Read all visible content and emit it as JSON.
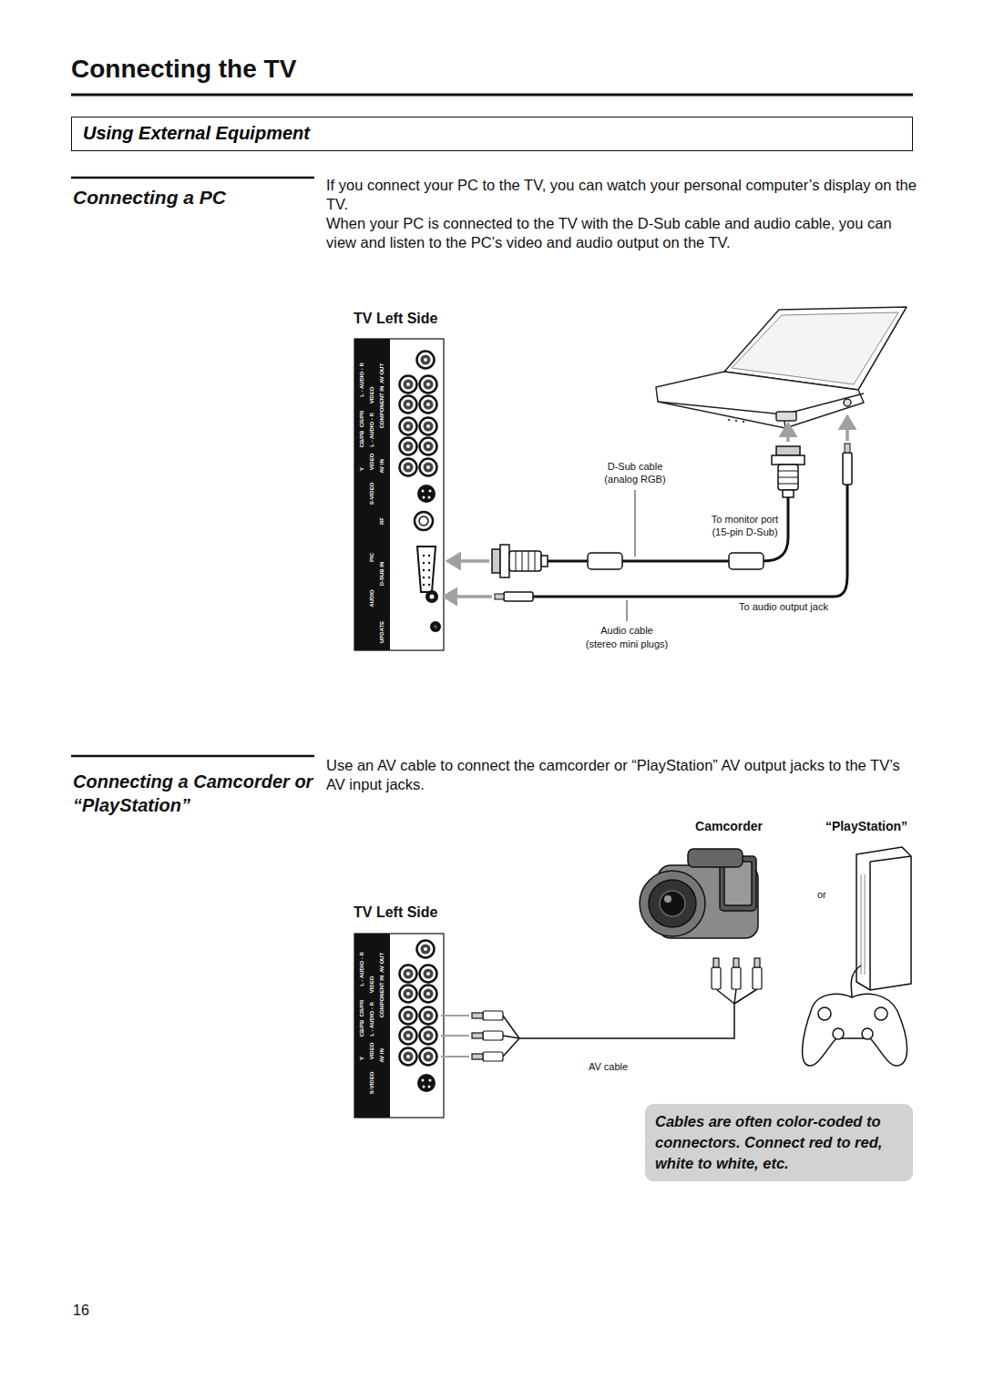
{
  "diagram": {
    "title": "Connecting the TV",
    "nodes": [
      {
        "text": [
          "Using External Equipment"
        ]
      },
      {
        "text": [
          "Cables are often color-coded to connectors. Connect red to red, white to white, etc."
        ]
      }
    ],
    "labels": [
      "Connecting a PC",
      "If you connect your PC to the TV, you can watch your personal computer’s display on the TV.",
      "When your PC is connected to the TV with the D-Sub cable and audio cable, you can view and listen to the PC’s video and audio output on the TV.",
      "TV Left Side",
      "D-Sub cable (analog RGB)",
      "To monitor port (15-pin D-Sub)",
      "To audio output jack",
      "Audio cable (stereo mini plugs)",
      "Connecting a Camcorder or “PlayStation”",
      "Use an AV cable to connect the camcorder or “PlayStation” AV output jacks to the TV’s AV input jacks.",
      "Camcorder",
      "“PlayStation”",
      "or",
      "TV Left Side",
      "AV cable",
      "16",
      "S-VIDEO",
      "VIDEO",
      "Y",
      "AV IN",
      "L - AUDIO - R",
      "CB/PB",
      "CR/PR",
      "COMPONENT IN",
      "VIDEO",
      "L - AUDIO - R",
      "AV OUT",
      "RF",
      "PIC",
      "D-SUB IN",
      "AUDIO",
      "UPDATE",
      "S-VIDEO",
      "VIDEO",
      "Y",
      "AV IN",
      "L - AUDIO - R",
      "CB/PB",
      "CR/PR",
      "COMPONENT IN",
      "VIDEO",
      "L - AUDIO - R",
      "AV OUT"
    ]
  }
}
